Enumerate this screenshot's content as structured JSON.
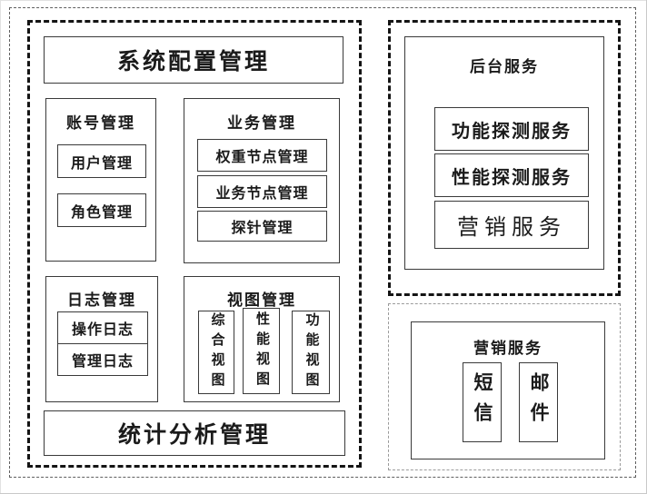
{
  "figure": {
    "system_config": {
      "title": "系统配置管理",
      "footer_title": "统计分析管理",
      "groups": [
        {
          "title": "账号管理",
          "items": [
            "用户管理",
            "角色管理"
          ]
        },
        {
          "title": "业务管理",
          "items": [
            "权重节点管理",
            "业务节点管理",
            "探针管理"
          ]
        },
        {
          "title": "日志管理",
          "items": [
            "操作日志",
            "管理日志"
          ]
        },
        {
          "title": "视图管理",
          "items": [
            "综合视图",
            "性能视图",
            "功能视图"
          ]
        }
      ]
    },
    "backend_services": {
      "title": "后台服务",
      "items": [
        "功能探测服务",
        "性能探测服务",
        "营销服务"
      ]
    },
    "marketing_services": {
      "title": "营销服务",
      "items": [
        "短信",
        "邮件"
      ]
    },
    "colors": {
      "ink": "#1b1b1b",
      "line": "#3a3a3a",
      "paper": "#ffffff"
    }
  }
}
